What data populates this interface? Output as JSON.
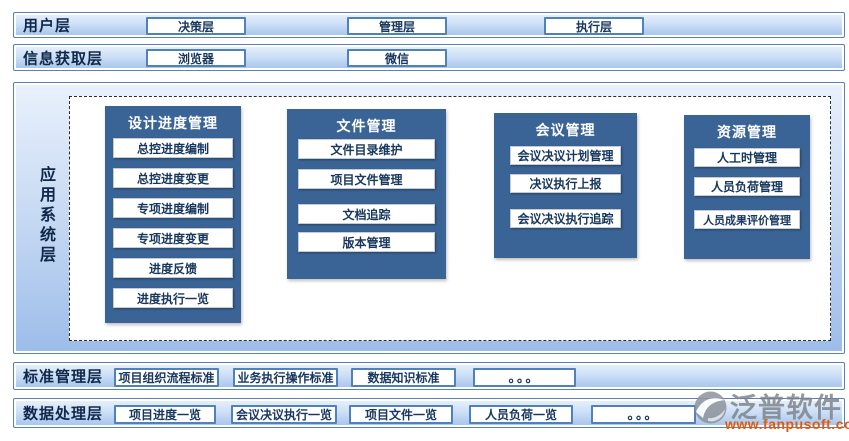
{
  "layers": {
    "user": {
      "label": "用户层",
      "items": [
        "决策层",
        "管理层",
        "执行层"
      ]
    },
    "info": {
      "label": "信息获取层",
      "items": [
        "浏览器",
        "微信"
      ]
    },
    "app": {
      "label": "应用系统层",
      "modules": [
        {
          "title": "设计进度管理",
          "items": [
            "总控进度编制",
            "总控进度变更",
            "专项进度编制",
            "专项进度变更",
            "进度反馈",
            "进度执行一览"
          ]
        },
        {
          "title": "文件管理",
          "items": [
            "文件目录维护",
            "项目文件管理",
            "文档追踪",
            "版本管理"
          ]
        },
        {
          "title": "会议管理",
          "items": [
            "会议决议计划管理",
            "决议执行上报",
            "会议决议执行追踪"
          ]
        },
        {
          "title": "资源管理",
          "items": [
            "人工时管理",
            "人员负荷管理",
            "人员成果评价管理"
          ]
        }
      ]
    },
    "standard": {
      "label": "标准管理层",
      "items": [
        "项目组织流程标准",
        "业务执行操作标准",
        "数据知识标准",
        "。。。"
      ]
    },
    "data": {
      "label": "数据处理层",
      "items": [
        "项目进度一览",
        "会议决议执行一览",
        "项目文件一览",
        "人员负荷一览",
        "。。。"
      ]
    }
  },
  "watermark": {
    "brand": "泛普软件",
    "url": "www.fanpusoft.com"
  },
  "colors": {
    "bar_border": "#5b7fb9",
    "box_border": "#4f81bd",
    "panel_bg": "#3a6496",
    "text_dark": "#17375e",
    "watermark_gray": "#7a818a",
    "watermark_orange": "#e25c07"
  }
}
